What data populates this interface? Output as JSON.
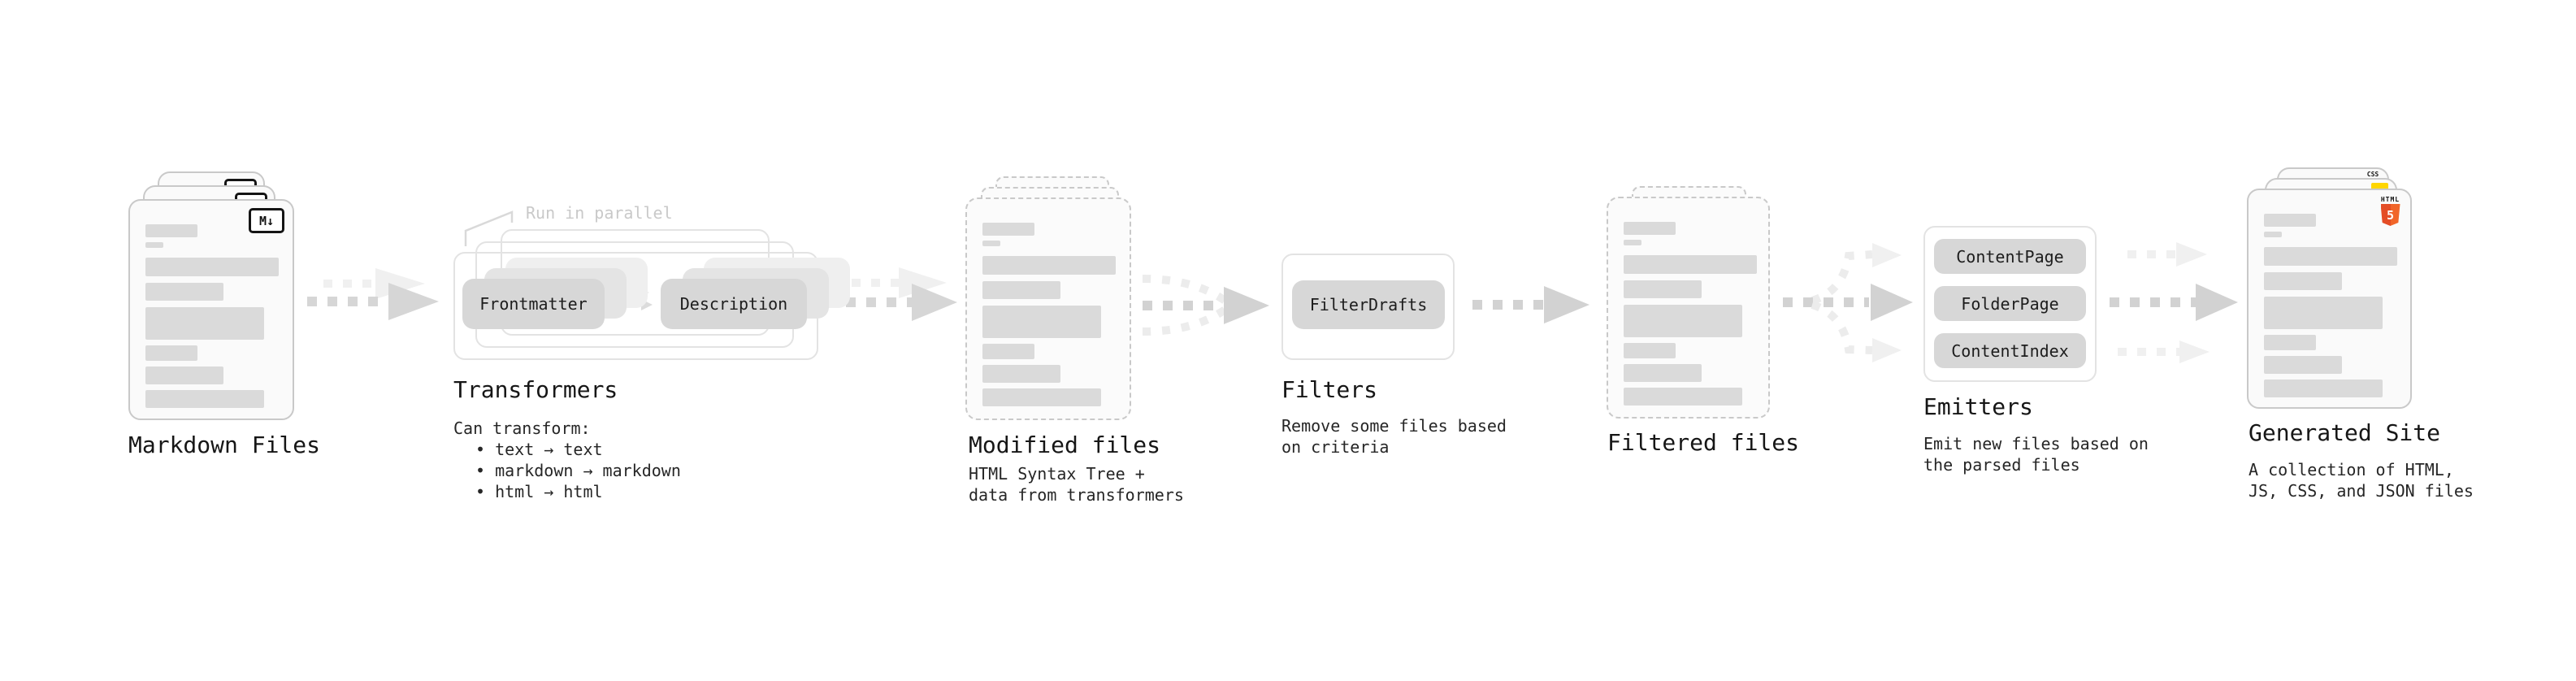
{
  "stages": {
    "markdown_files": {
      "label": "Markdown Files",
      "badge": "M↓"
    },
    "transformers": {
      "label": "Transformers",
      "note": "Run in parallel",
      "input_pill": "Frontmatter",
      "output_pill": "Description",
      "description_title": "Can transform:",
      "bullets": [
        "text → text",
        "markdown → markdown",
        "html → html"
      ]
    },
    "modified_files": {
      "label": "Modified files",
      "description_lines": [
        "HTML Syntax Tree +",
        "data from transformers"
      ]
    },
    "filters": {
      "label": "Filters",
      "pill": "FilterDrafts",
      "description_lines": [
        "Remove some files based",
        "on criteria"
      ]
    },
    "filtered_files": {
      "label": "Filtered files"
    },
    "emitters": {
      "label": "Emitters",
      "pills": [
        "ContentPage",
        "FolderPage",
        "ContentIndex"
      ],
      "description_lines": [
        "Emit new files based on",
        "the parsed files"
      ]
    },
    "generated_site": {
      "label": "Generated Site",
      "description_lines": [
        "A collection of HTML,",
        "JS, CSS, and JSON files"
      ],
      "file_badges": {
        "css_label": "CSS",
        "html_label": "HTML",
        "html_numeral": "5"
      }
    }
  },
  "colors": {
    "html5_orange": "#e44d26",
    "html5_orange_light": "#f16529",
    "js_yellow": "#ffd600",
    "css_blue": "#2f6fdb"
  }
}
